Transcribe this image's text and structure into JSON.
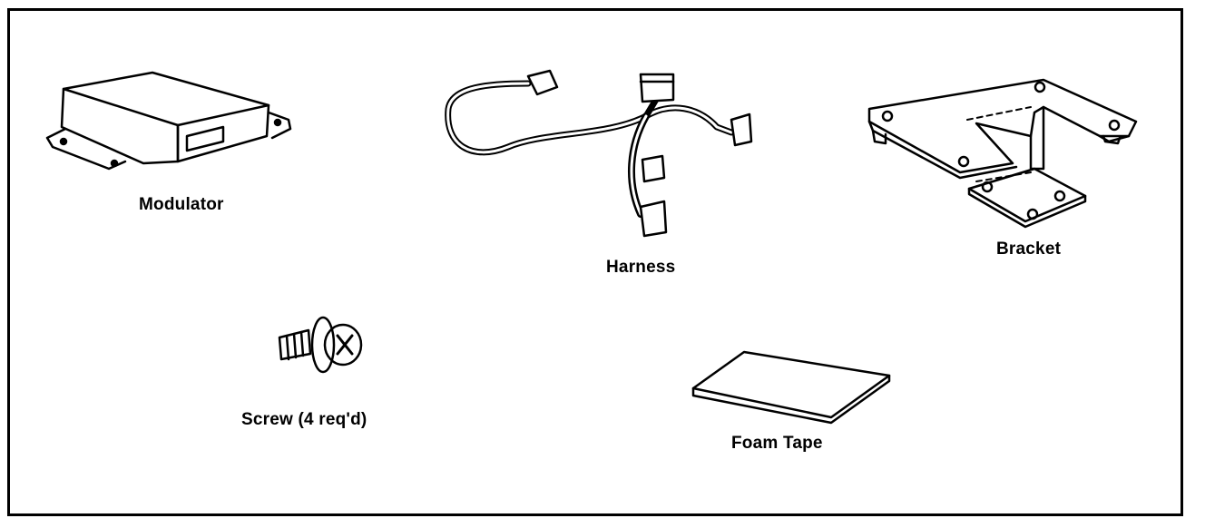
{
  "parts": {
    "modulator": "Modulator",
    "harness": "Harness",
    "bracket": "Bracket",
    "screw": "Screw (4 req'd)",
    "foam_tape": "Foam Tape"
  }
}
